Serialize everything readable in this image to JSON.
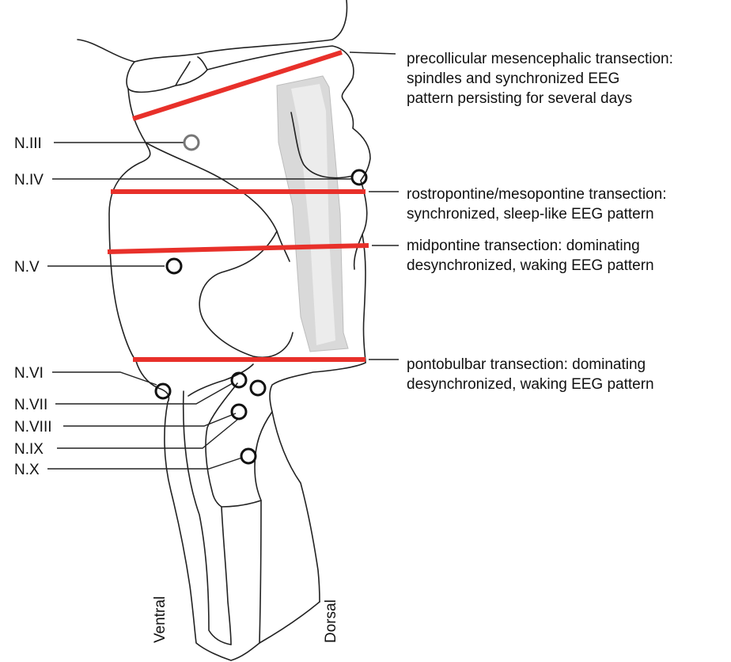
{
  "nerves": [
    {
      "id": "n3",
      "label": "N.III"
    },
    {
      "id": "n4",
      "label": "N.IV"
    },
    {
      "id": "n5",
      "label": "N.V"
    },
    {
      "id": "n6",
      "label": "N.VI"
    },
    {
      "id": "n7",
      "label": "N.VII"
    },
    {
      "id": "n8",
      "label": "N.VIII"
    },
    {
      "id": "n9",
      "label": "N.IX"
    },
    {
      "id": "n10",
      "label": "N.X"
    }
  ],
  "transections": [
    {
      "id": "precollicular",
      "lines": [
        "precollicular mesencephalic transection:",
        "spindles and synchronized EEG",
        "pattern persisting for several days"
      ]
    },
    {
      "id": "rostropontine",
      "lines": [
        "rostropontine/mesopontine transection:",
        "synchronized, sleep-like EEG pattern"
      ]
    },
    {
      "id": "midpontine",
      "lines": [
        "midpontine transection: dominating",
        "desynchronized, waking EEG pattern"
      ]
    },
    {
      "id": "pontobulbar",
      "lines": [
        "pontobulbar transection: dominating",
        "desynchronized, waking EEG pattern"
      ]
    }
  ],
  "orientation": {
    "ventral": "Ventral",
    "dorsal": "Dorsal"
  },
  "colors": {
    "cut": "#e8302a",
    "nucleus_fill": "#d9d9d9",
    "outline": "#222222"
  }
}
